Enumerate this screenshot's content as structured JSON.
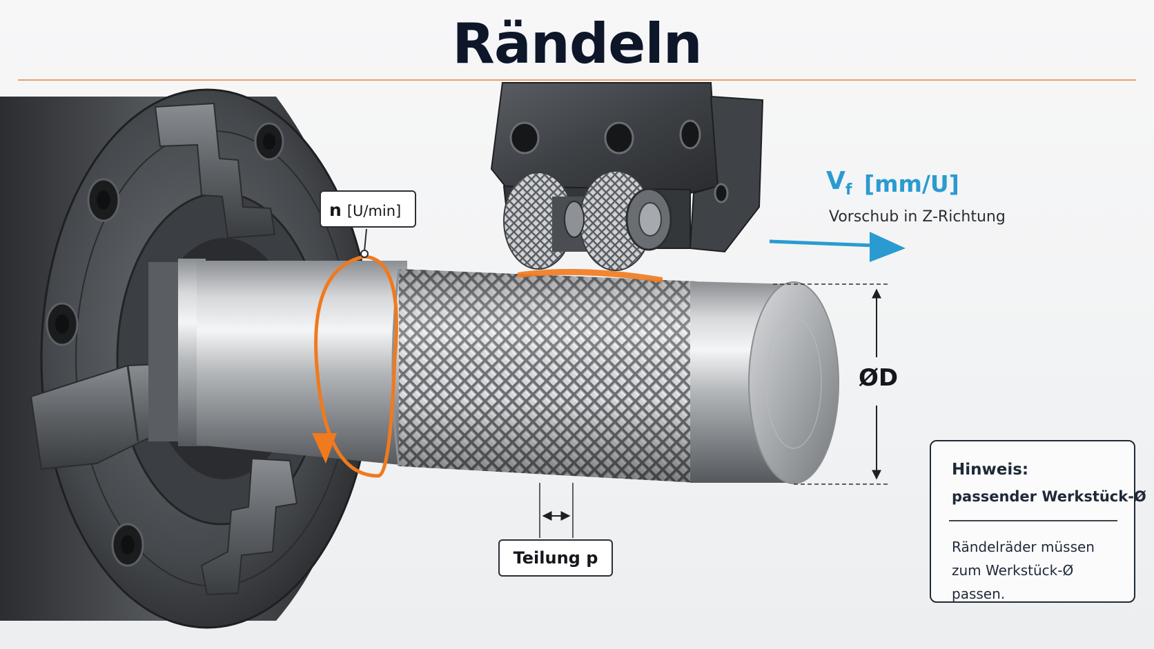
{
  "title": "Rändeln",
  "labels": {
    "speed_symbol": "n",
    "speed_unit": "[U/min]",
    "feed_symbol": "V",
    "feed_subscript": "f",
    "feed_unit": "[mm/U]",
    "feed_description": "Vorschub in Z-Richtung",
    "diameter": "ØD",
    "pitch": "Teilung p"
  },
  "note": {
    "title": "Hinweis:",
    "subtitle": "passender Werkstück-Ø",
    "body": "Rändelräder müssen zum Werkstück-Ø passen."
  },
  "colors": {
    "accent_orange": "#f07a1e",
    "feed_blue": "#2a9bd1",
    "title_dark": "#0e1629"
  }
}
